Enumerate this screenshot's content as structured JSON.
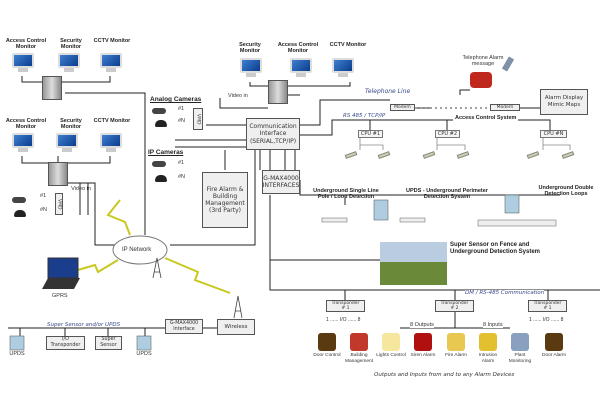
{
  "top_left_group": {
    "labels": [
      "Access Control Monitor",
      "Security Monitor",
      "CCTV Monitor"
    ]
  },
  "mid_left_group": {
    "labels": [
      "Access Control Monitor",
      "Security Monitor",
      "CCTV Monitor"
    ],
    "video_in": "Video in",
    "vmd": "VMD",
    "cam1": "#1",
    "camN": "#N"
  },
  "top_center_group": {
    "labels": [
      "Security Monitor",
      "Access Control Monitor",
      "CCTV Monitor"
    ],
    "video_in": "Video in"
  },
  "analog_cameras": {
    "title": "Analog Cameras",
    "cam1": "#1",
    "camN": "#N",
    "vmd": "VMD"
  },
  "ip_cameras": {
    "title": "IP Cameras",
    "cam1": "#1",
    "camN": "#N"
  },
  "comm_interface": "Communication Interface (SERIAL,TCP/IP)",
  "gmax_interfaces": "G-MAX4000 INTERFACES",
  "fire_alarm": "Fire Alarm & Building Management (3rd Party)",
  "ip_network": "IP Network",
  "gprs": "GPRS",
  "telephone": {
    "label": "Telephone Alarm message",
    "line": "Telephone Line"
  },
  "modems": [
    "Modem",
    "Modem"
  ],
  "alarm_display": "Alarm Display Mimic Maps",
  "rs485": "RS 485 / TCP/IP",
  "access_control_system": "Access Control System",
  "cpus": [
    "CPU #1",
    "CPU #2",
    "CPU #N"
  ],
  "underground_single": "Underground Single Line Pole / Loop Detection",
  "upds_system": "UPDS - Underground Perimeter Detection System",
  "underground_double": "Underground Double Detection Loops",
  "super_sensor_fence": "Super Sensor on Fence and Underground Detection System",
  "dm_comm": "DM / RS-485 Communication",
  "transponders": [
    {
      "name": "Transponder",
      "num": "# 1",
      "io": "1 ...... I/O ...... 8"
    },
    {
      "name": "Transponder",
      "num": "# 2"
    },
    {
      "name": "Transponder",
      "num": "# 1",
      "io": "1 ...... I/O ...... 8"
    }
  ],
  "outputs_label": "8 Outputs",
  "inputs_label": "8 Inputs",
  "devices": [
    {
      "label": "Door Control",
      "color": "#5a3a10"
    },
    {
      "label": "Building Management",
      "color": "#c0392b"
    },
    {
      "label": "Lights Control",
      "color": "#f5e79e"
    },
    {
      "label": "Siren Alarm",
      "color": "#b01010"
    },
    {
      "label": "Fire Alarm",
      "color": "#e8c850"
    },
    {
      "label": "Intrusion Alarm",
      "color": "#e3c030"
    },
    {
      "label": "Plant Monitoring",
      "color": "#8aa0c0"
    },
    {
      "label": "Door Alarm",
      "color": "#5a3a10"
    }
  ],
  "devices_footer": "Outputs and Inputs from and to any Alarm Devices",
  "bottom_left": {
    "caption": "Super Sensor and/or UPDS",
    "gmax": "G-MAX4000 Interface",
    "wireless": "Wireless",
    "items": [
      "UPDS",
      "I/O Transponder",
      "Super Sensor",
      "UPDS"
    ]
  }
}
